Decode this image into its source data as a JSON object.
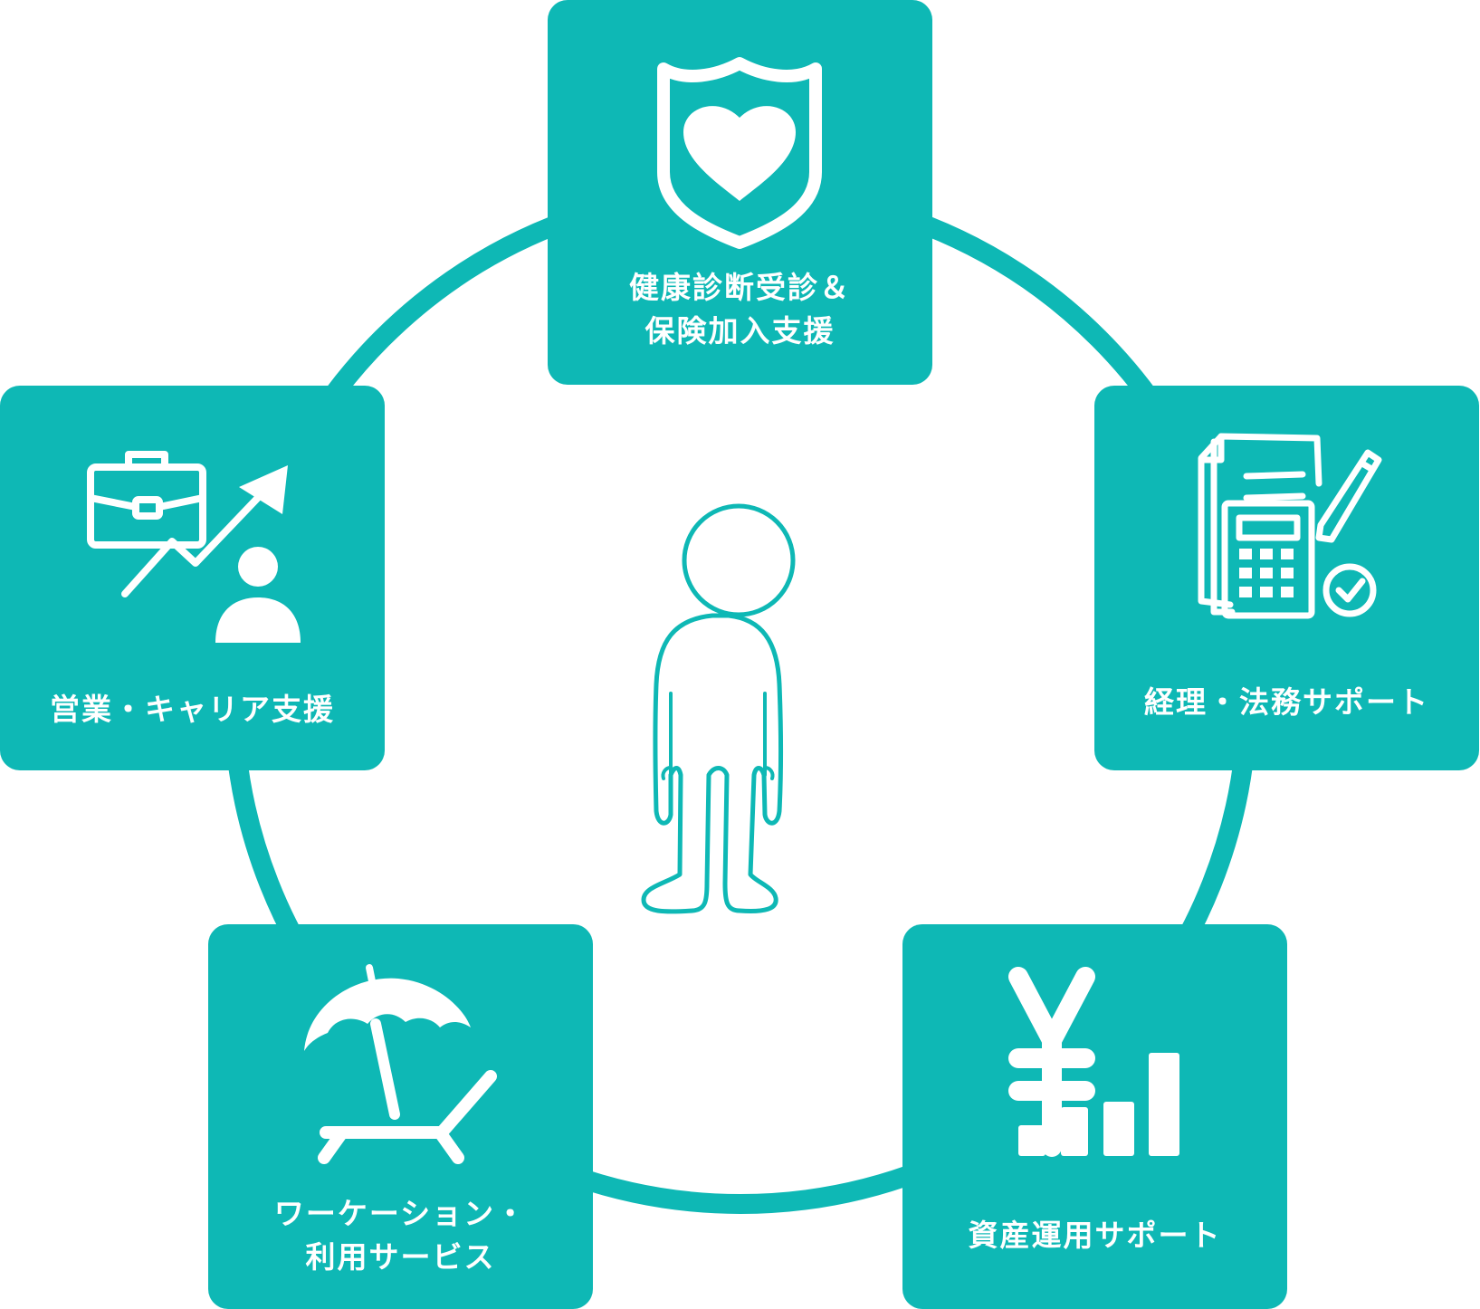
{
  "center": {
    "figure": "person-outline-icon"
  },
  "colors": {
    "teal": "#0eb8b5",
    "white": "#ffffff"
  },
  "cards": {
    "health": {
      "icon": "shield-heart-icon",
      "label_lines": [
        "健康診断受診＆",
        "保険加入支援"
      ]
    },
    "accounting": {
      "icon": "document-calculator-pen-check-icon",
      "label_lines": [
        "経理・法務サポート"
      ]
    },
    "assets": {
      "icon": "yen-bar-chart-icon",
      "label_lines": [
        "資産運用サポート"
      ]
    },
    "workation": {
      "icon": "beach-umbrella-lounger-icon",
      "label_lines": [
        "ワーケーション・",
        "利用サービス"
      ]
    },
    "career": {
      "icon": "briefcase-growth-person-icon",
      "label_lines": [
        "営業・キャリア支援"
      ]
    }
  }
}
